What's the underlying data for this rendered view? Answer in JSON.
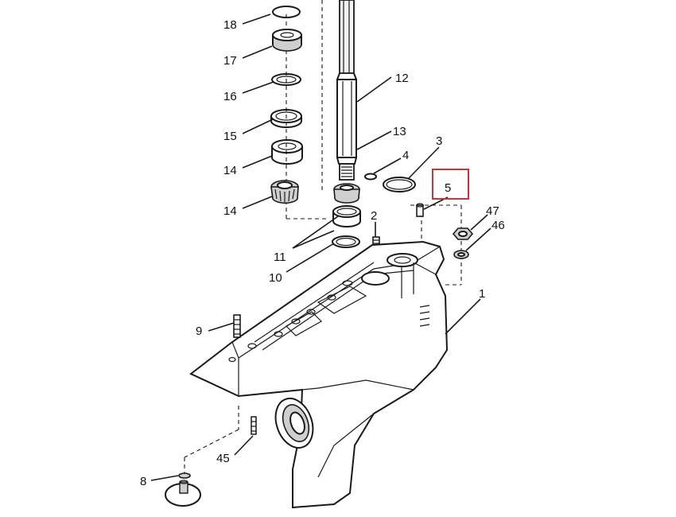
{
  "diagram": {
    "highlight_color": "#c8343a",
    "highlighted_callout": "5",
    "callouts": [
      "18",
      "17",
      "16",
      "15",
      "14",
      "14",
      "12",
      "13",
      "4",
      "3",
      "5",
      "47",
      "46",
      "2",
      "11",
      "10",
      "1",
      "9",
      "45",
      "8"
    ]
  }
}
